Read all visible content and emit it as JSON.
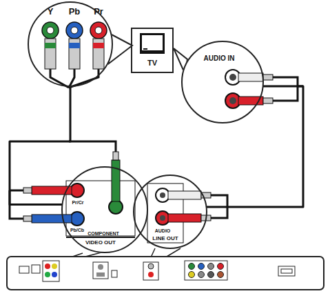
{
  "diagram": {
    "nodes": [
      {
        "text": [
          "Y",
          "Pb",
          "Pr"
        ]
      },
      {
        "text": [
          "TV"
        ]
      },
      {
        "text": [
          "AUDIO IN"
        ]
      },
      {
        "text": [
          "Pr/Cr",
          "Pb/Cb",
          "COMPONENT",
          "VIDEO OUT"
        ]
      },
      {
        "text": [
          "AUDIO",
          "LINE OUT"
        ]
      }
    ],
    "edges": [
      {
        "from": 3,
        "to": 0,
        "arrow": "none"
      },
      {
        "from": 4,
        "to": 2,
        "arrow": "none"
      }
    ]
  }
}
